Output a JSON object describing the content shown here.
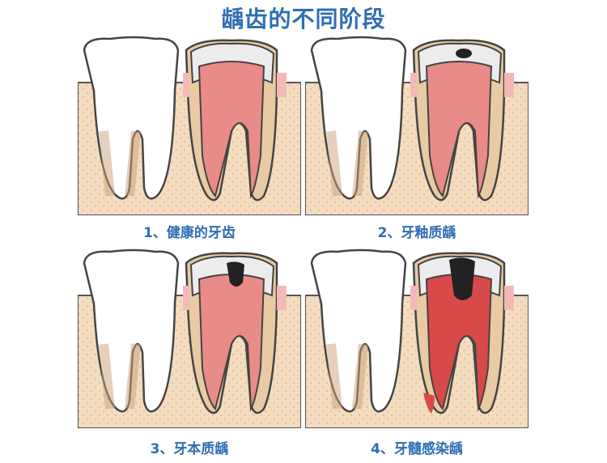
{
  "title": "龋齿的不同阶段",
  "stages": [
    {
      "caption": "1、健康的牙齿"
    },
    {
      "caption": "2、牙釉质龋"
    },
    {
      "caption": "3、牙本质龋"
    },
    {
      "caption": "4、牙髓感染龋"
    }
  ],
  "colors": {
    "title_text": "#2f6fb3",
    "caption_text": "#2f6fb3",
    "bone": "#f3dcc0",
    "gum_pink": "#f4b8b6",
    "dentin": "#e8caa4",
    "enamel": "#ececec",
    "pulp": "#e98b88",
    "cavity": "#222222",
    "infection": "#d84a4a"
  }
}
